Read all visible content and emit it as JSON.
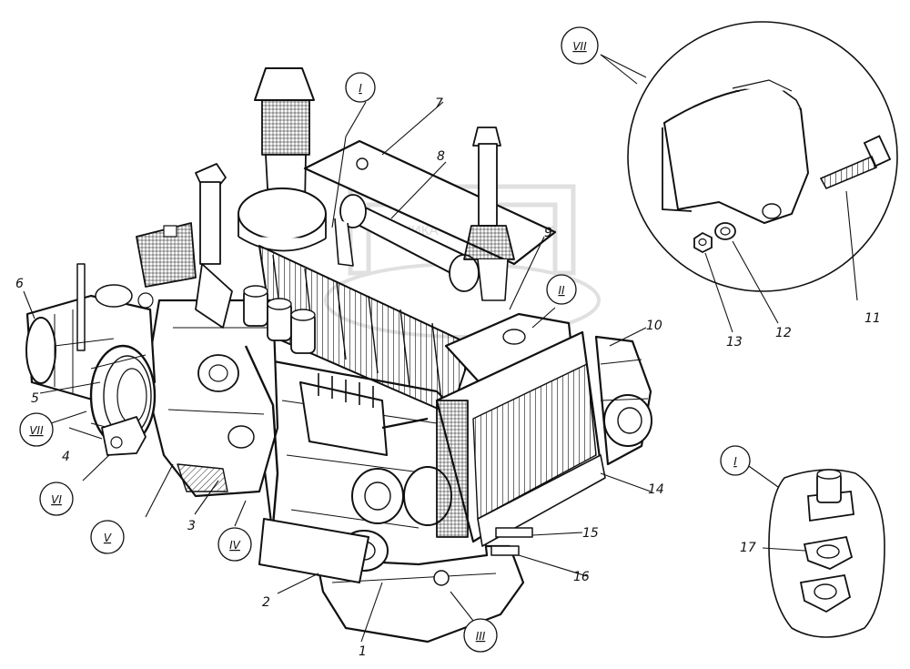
{
  "watermark": {
    "left": "ТЕХНИКА",
    "right": "ЗАПЧАСТИ"
  },
  "labels": {
    "n1": "1",
    "n2": "2",
    "n3": "3",
    "n4": "4",
    "n5": "5",
    "n6": "6",
    "n7": "7",
    "n8": "8",
    "n9": "9",
    "n10": "10",
    "n11": "11",
    "n12": "12",
    "n13": "13",
    "n14": "14",
    "n15": "15",
    "n16": "16",
    "n17": "17"
  },
  "views": {
    "I": "I",
    "II": "II",
    "III": "III",
    "IV": "IV",
    "V": "V",
    "VI": "VI",
    "VII": "VII"
  },
  "detail_views": {
    "top_right": "VII",
    "bottom_right": "I"
  },
  "colors": {
    "ink": "#111111",
    "paper": "#ffffff",
    "watermark": "#c8c8c8"
  }
}
